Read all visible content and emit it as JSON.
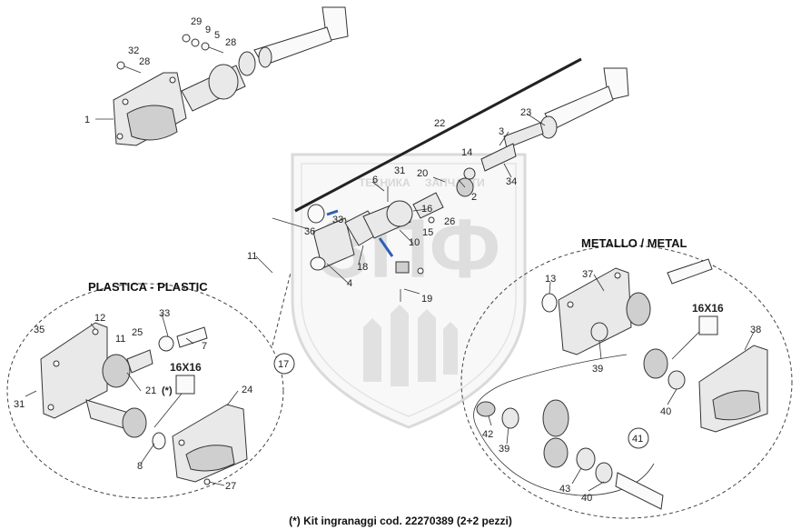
{
  "sections": {
    "plastic_title": "PLASTICA - PLASTIC",
    "metal_title": "METALLO / METAL"
  },
  "shaft_size_labels": [
    "16X16",
    "16X16"
  ],
  "kit_marker": "(*)",
  "footnote": "(*) Kit ingranaggi cod. 22270389 (2+2 pezzi)",
  "watermark": {
    "letters": "ЗПФ",
    "top_text": "ТЕХНИКА",
    "top_text_2": "ЗАПЧАСТИ"
  },
  "callouts": {
    "c1": "1",
    "c2": "2",
    "c3": "3",
    "c4": "4",
    "c5": "5",
    "c6": "6",
    "c7": "7",
    "c8": "8",
    "c9": "9",
    "c10": "10",
    "c11a": "11",
    "c11b": "11",
    "c12": "12",
    "c13": "13",
    "c14": "14",
    "c15": "15",
    "c16": "16",
    "c17": "17",
    "c18": "18",
    "c19": "19",
    "c20": "20",
    "c21": "21",
    "c22": "22",
    "c23": "23",
    "c24": "24",
    "c25": "25",
    "c26": "26",
    "c27": "27",
    "c28a": "28",
    "c28b": "28",
    "c29": "29",
    "c31a": "31",
    "c31b": "31",
    "c32": "32",
    "c33a": "33",
    "c33b": "33",
    "c34": "34",
    "c35": "35",
    "c36": "36",
    "c37": "37",
    "c38": "38",
    "c39a": "39",
    "c39b": "39",
    "c40a": "40",
    "c40b": "40",
    "c41": "41",
    "c42": "42",
    "c43": "43"
  },
  "colors": {
    "line": "#333333",
    "part_fill": "#e9e9e9",
    "highlight": "#2f5fb4",
    "watermark": "#b8b8b8"
  }
}
